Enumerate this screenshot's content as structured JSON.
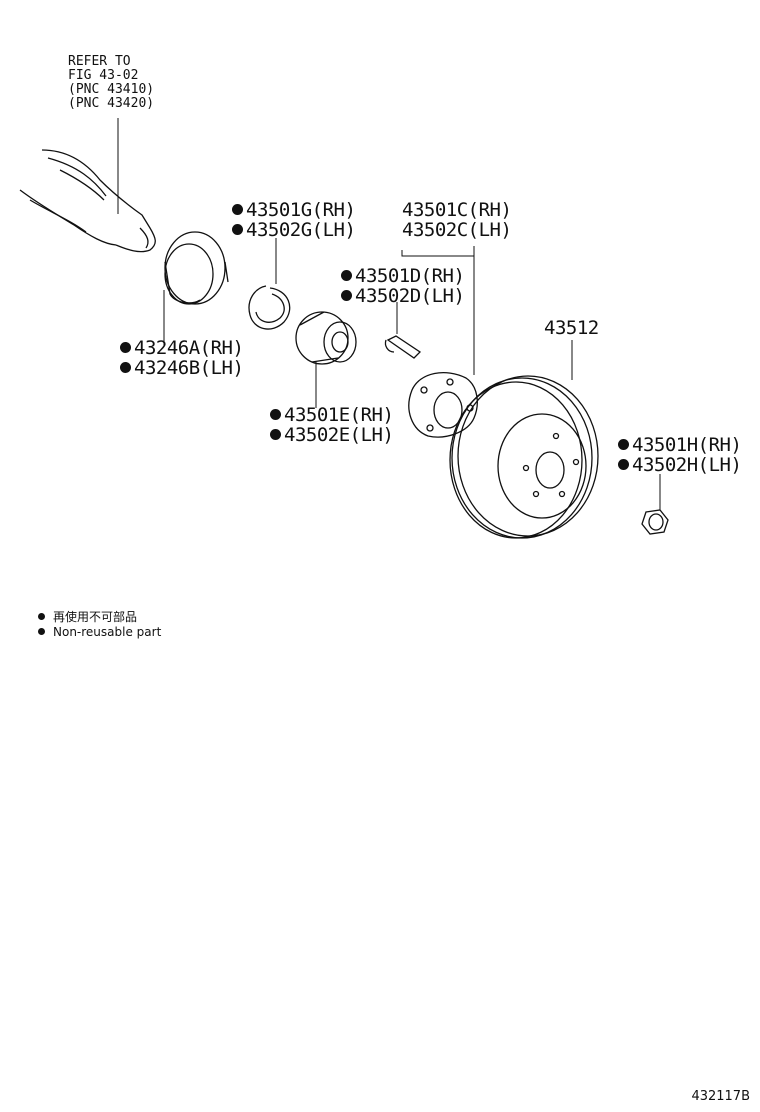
{
  "reference": {
    "line1": "REFER TO",
    "line2": "FIG 43-02",
    "line3": "(PNC 43410)",
    "line4": "(PNC 43420)"
  },
  "parts": {
    "snap_ring": {
      "rh": "43501G(RH)",
      "lh": "43502G(LH)"
    },
    "hub": {
      "rh": "43501C(RH)",
      "lh": "43502C(LH)"
    },
    "hub_bolt": {
      "rh": "43501D(RH)",
      "lh": "43502D(LH)"
    },
    "disc": {
      "number": "43512"
    },
    "dust_deflector": {
      "rh": "43246A(RH)",
      "lh": "43246B(LH)"
    },
    "bearing": {
      "rh": "43501E(RH)",
      "lh": "43502E(LH)"
    },
    "nut": {
      "rh": "43501H(RH)",
      "lh": "43502H(LH)"
    }
  },
  "legend": {
    "japanese": "再使用不可部品",
    "english": "Non-reusable part",
    "marker": "filled-dot"
  },
  "figure_code": "432117B"
}
